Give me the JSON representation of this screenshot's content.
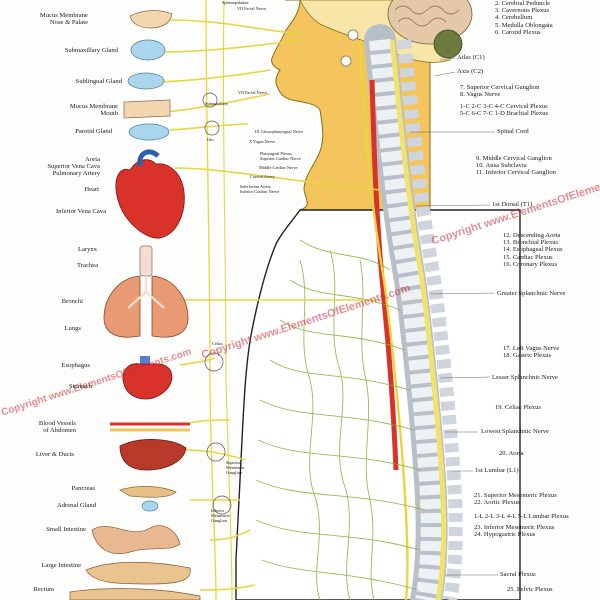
{
  "poster": {
    "watermark": "Copyright www.ElementsOfElements.com",
    "left_labels": {
      "mucus_nose": "Mucus Membrane\nNose & Palate",
      "submaxillary": "Submaxillary Gland",
      "sublingual": "Sublingual Gland",
      "mucus_mouth": "Mucus Membrane\nMouth",
      "parotid": "Parotid Gland",
      "aorta_group": "Aorta\nSuperior Vena Cava\nPulmonary Artery",
      "heart": "Heart",
      "inferior_vena_cava": "Inferior Vena Cava",
      "larynx": "Larynx",
      "trachea": "Trachea",
      "bronchi": "Bronchi",
      "lungs": "Lungs",
      "esophagus": "Esophagus",
      "stomach": "Stomach",
      "blood_vessels": "Blood Vessels\nof Abdomen",
      "liver": "Liver & Ducts",
      "pancreas": "Pancreas",
      "adrenal": "Adrenal Gland",
      "small_intestine": "Small Intestine",
      "large_intestine": "Large Intestine",
      "rectum": "Rectum"
    },
    "right_labels": {
      "top_list": "2. Cerebral Peduncle\n3. Cavernous Plexus\n4. Cerebellum\n5. Medulla Oblongata\n6. Carotid Plexus",
      "atlas": "Atlas (C1)",
      "axis": "Axis (C2)",
      "sup_cervical": "7. Superior Cervical Ganglion\n8. Vagus Nerve",
      "cervical_plexus": "1-C 2-C 3-C 4-C Cervical Plexus\n5-C 6-C 7-C 1-D Brachial Plexus",
      "spinal_cord": "Spinal Cord",
      "mid_cervical": "9. Middle Cervical Ganglion\n10. Ansa Subclavia\n11. Inferior Cervical Ganglion",
      "first_dorsal": "1st Dorsal (T1)",
      "plexus_list": "12. Descending Aorta\n13. Bronchial Plexus\n14. Esophageal Plexus\n15. Cardiac Plexus\n16. Coronary Plexus",
      "greater_splanchnic": "Greater Splanchnic Nerve",
      "vagus_list": "17. Left Vagus Nerve\n18. Gastric Plexus",
      "lesser_splanchnic": "Lesser Splanchnic Nerve",
      "celiac_plexus": "19. Celiac Plexus",
      "lowest_splanchnic": "Lowest Splanchnic Nerve",
      "renal": "20. Aorta",
      "first_lumbar": "1st Lumbar (L1)",
      "mesenteric_list": "21. Superior Mesenteric Plexus\n22. Aortic Plexus",
      "lumbar_plexus": "1-L 2-L 3-L 4-L 5-L Lumbar Plexus",
      "inf_mesenteric": "23. Inferior Mesenteric Plexus\n24. Hypogastric Plexus",
      "sacral_plexus": "Sacral Plexus",
      "pelvic_plexus": "25. Pelvic Plexus"
    },
    "center_labels": {
      "sphenopalatine": "Sphenopalatine",
      "facial_nerve_top": "VII Facial Nerve",
      "submaxillary_ganglion": "Submaxillary",
      "facial_nerve_mid": "VII Facial Nerve",
      "otic": "Otic",
      "glossopharyngeal": "IX Glossopharyngeal Nerve",
      "vagus_x": "X Vagus Nerve",
      "pharyngeal": "Pharyngeal Plexus\nSuperior Cardiac Nerve",
      "middle_cardiac": "Middle Cardiac Nerve",
      "carotid_artery": "Carotid Artery",
      "subclavian": "Subclavian Artery\nInferior Cardiac Nerve",
      "celiac": "Celiac",
      "sup_mesenteric_ganglion": "Superior\nMesenteric\nGanglion",
      "inf_mesenteric_ganglion": "Inferior\nMesenteric\nGanglion"
    },
    "colors": {
      "nerve": "#e8d640",
      "nerve_dark": "#b9a21a",
      "sympathetic": "#7fb338",
      "skin": "#f3c55c",
      "artery": "#d8322a",
      "spine": "#dfe4ea",
      "watermark": "#c8323c"
    }
  }
}
